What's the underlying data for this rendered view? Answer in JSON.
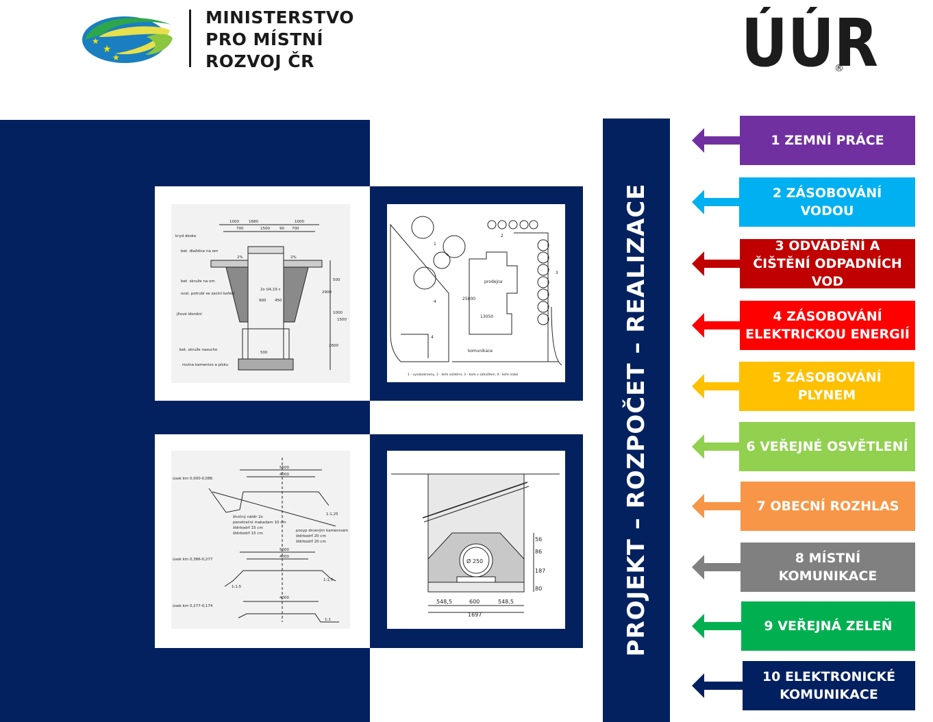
{
  "header": {
    "ministry_lines": [
      "MINISTERSTVO",
      "PRO MÍSTNÍ",
      "ROZVOJ ČR"
    ],
    "uur_logo_text": "ÚÚR",
    "uur_registered": "®"
  },
  "vertical_title": "PROJEKT – ROZPOČET – REALIZACE",
  "categories": [
    {
      "label": "1 ZEMNÍ PRÁCE",
      "color": "#7030a0"
    },
    {
      "label": "2 ZÁSOBOVÁNÍ VODOU",
      "color": "#00b0f0"
    },
    {
      "label": "3 ODVÁDĚNÍ A ČIŠTĚNÍ ODPADNÍCH VOD",
      "color": "#c00000"
    },
    {
      "label": "4 ZÁSOBOVÁNÍ ELEKTRICKOU ENERGIÍ",
      "color": "#ff0000"
    },
    {
      "label": "5 ZÁSOBOVÁNÍ PLYNEM",
      "color": "#ffc000"
    },
    {
      "label": "6 VEŘEJNÉ OSVĚTLENÍ",
      "color": "#92d050"
    },
    {
      "label": "7 OBECNÍ ROZHLAS",
      "color": "#f79646"
    },
    {
      "label": "8 MÍSTNÍ KOMUNIKACE",
      "color": "#808080"
    },
    {
      "label": "9 VEŘEJNÁ ZELEŇ",
      "color": "#00b050"
    },
    {
      "label": "10 ELEKTRONICKÉ KOMUNIKACE",
      "color": "#002060"
    }
  ],
  "colors": {
    "navy": "#02215e"
  },
  "drawings": {
    "d1": {
      "t1": "1000",
      "t2": "1680",
      "t3": "1000",
      "t4": "700",
      "t5": "1500",
      "t6": "90",
      "t7": "700",
      "l1": "kryd deska",
      "l2": "bet. dlaždice na om",
      "l3": "bet. skruže na om",
      "l4": "ocel. potrubí se zacíní koření",
      "l5": "jílové těsnění",
      "l6": "bet. skruže nasucho",
      "l7": "rovina kamenivo a písku",
      "m1": "2%",
      "m2": "2%",
      "m3": "2x U4,19 c",
      "m4": "900",
      "m5": "450",
      "v1": "500",
      "v2": "2900",
      "v3": "1000",
      "v4": "1500",
      "v5": "2600",
      "v6": "500"
    },
    "d2": {
      "n1": "1",
      "n2": "2",
      "n3": "3",
      "n4": "4",
      "n5": "4",
      "label": "prodejna",
      "w": "13050",
      "h": "25800",
      "road": "komunikace",
      "legend": "1 - vysokokmeny, 2 - keře solitérní, 3 - keře v zahušťení, 4 - keře nízké"
    },
    "d3": {
      "a1": "5500",
      "a2": "4000",
      "s1": "úsek km 0,000-0,086",
      "s2": "úsek km 0,386-0,277",
      "s3": "úsek km 0,277-0,174",
      "n1": "živičný nátěr 2x",
      "n2": "penetrační makadam 10 cm",
      "n3": "štěrkodrť 15 cm",
      "n4": "štěrkodrť 15 cm",
      "n5": "posyp drceným kamenivem",
      "n6": "štěrkodrť 20 cm",
      "n7": "štěrkodrť 20 cm",
      "b1": "5000",
      "b2": "4000",
      "c1": "4000",
      "g1": "1:1,25",
      "g2": "1:1,5",
      "g3": "1:1,5",
      "g4": "1:1"
    },
    "d4": {
      "a": "548,5",
      "b": "600",
      "c": "548,5",
      "tot": "1697",
      "v1": "56",
      "v2": "86",
      "v3": "187",
      "v4": "80",
      "pipe": "Ø 250"
    }
  }
}
